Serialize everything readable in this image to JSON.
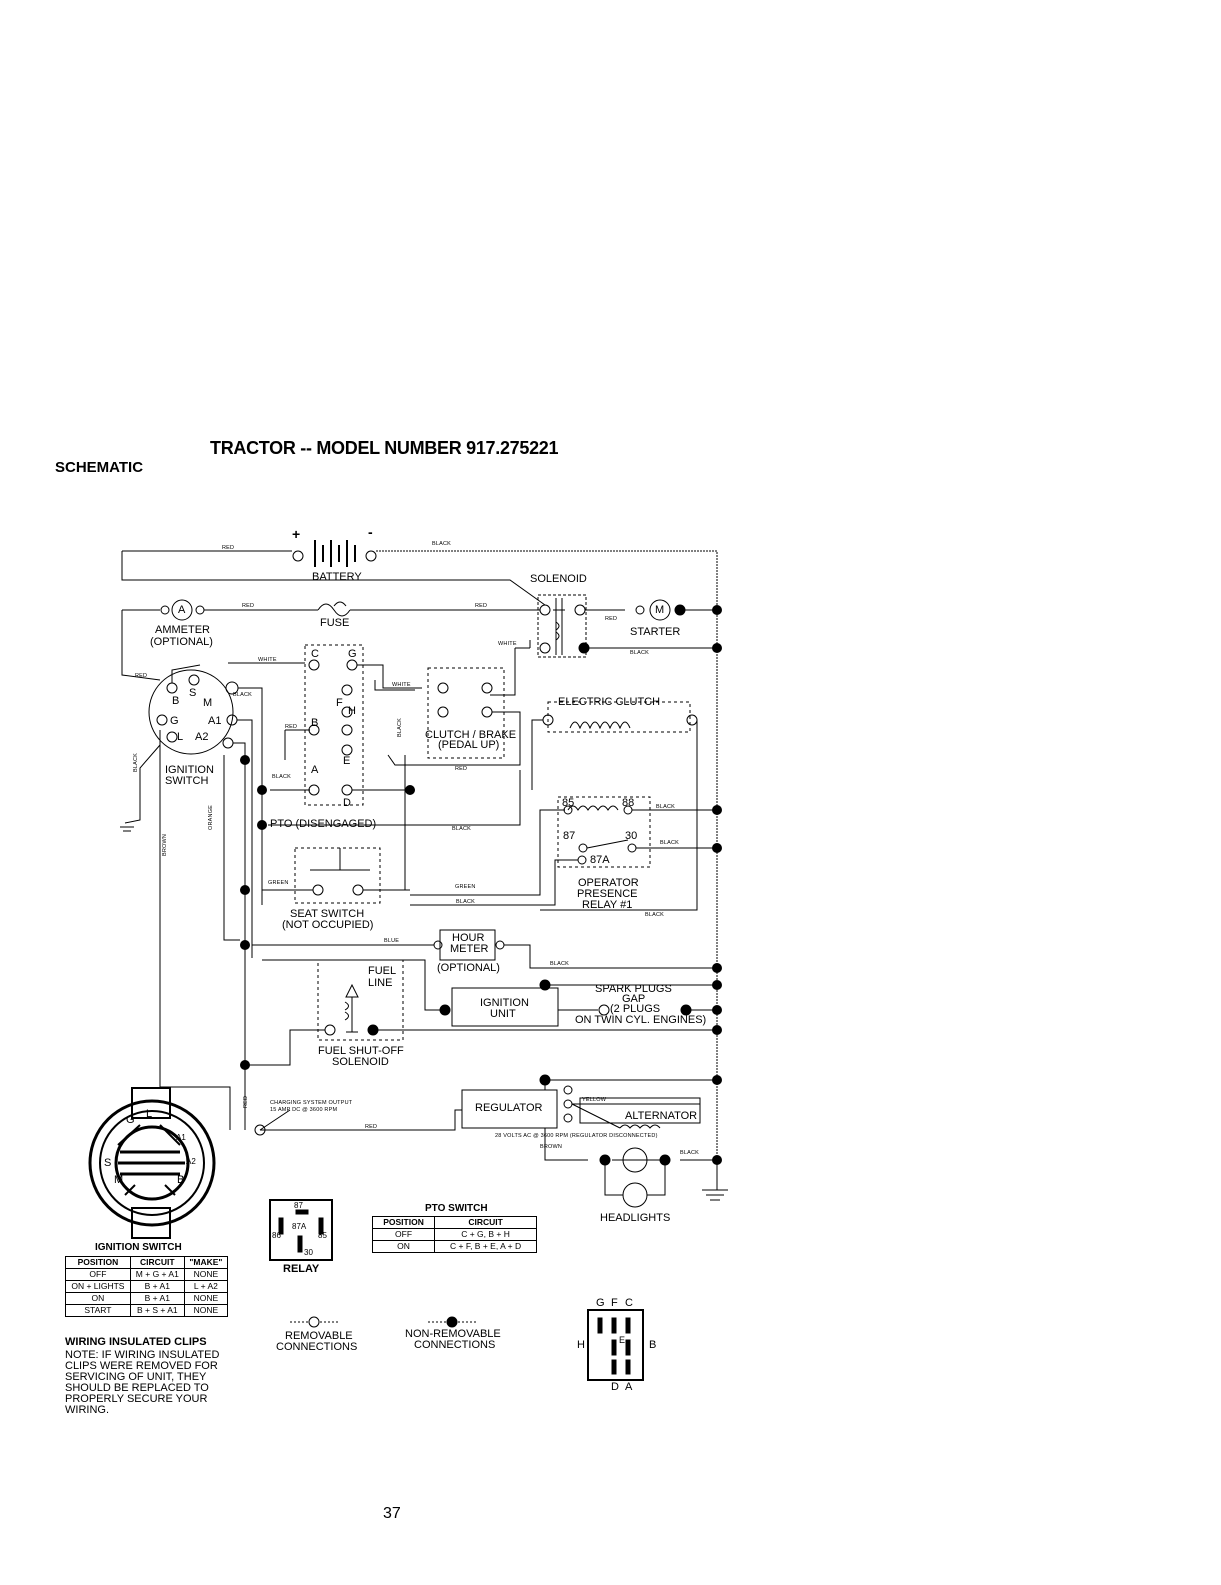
{
  "header": {
    "title": "TRACTOR -- MODEL NUMBER 917.275221",
    "section": "SCHEMATIC"
  },
  "components": {
    "battery": "BATTERY",
    "battery_plus": "+",
    "battery_minus": "-",
    "solenoid": "SOLENOID",
    "ammeter": "AMMETER",
    "ammeter_opt": "(OPTIONAL)",
    "ammeter_letter": "A",
    "fuse": "FUSE",
    "starter": "STARTER",
    "starter_letter": "M",
    "ignition_switch_1": "IGNITION",
    "ignition_switch_2": "SWITCH",
    "electric_clutch": "ELECTRIC CLUTCH",
    "clutch_brake_1": "CLUTCH / BRAKE",
    "clutch_brake_2": "(PEDAL UP)",
    "pto": "PTO (DISENGAGED)",
    "seat_switch_1": "SEAT SWITCH",
    "seat_switch_2": "(NOT OCCUPIED)",
    "hour_meter_1": "HOUR",
    "hour_meter_2": "METER",
    "hour_meter_opt": "(OPTIONAL)",
    "fuel_line_1": "FUEL",
    "fuel_line_2": "LINE",
    "fuel_solenoid_1": "FUEL SHUT-OFF",
    "fuel_solenoid_2": "SOLENOID",
    "ignition_unit_1": "IGNITION",
    "ignition_unit_2": "UNIT",
    "spark_1": "SPARK PLUGS",
    "spark_2": "GAP",
    "spark_3": "(2 PLUGS",
    "spark_4": "ON TWIN CYL. ENGINES)",
    "relay_1": "OPERATOR",
    "relay_2": "PRESENCE",
    "relay_3": "RELAY #1",
    "regulator": "REGULATOR",
    "alternator": "ALTERNATOR",
    "headlights": "HEADLIGHTS",
    "charging_1": "CHARGING SYSTEM OUTPUT",
    "charging_2": "15 AMP DC @ 3600 RPM",
    "regulator_note": "28 VOLTS AC @ 3600 RPM (REGULATOR DISCONNECTED)"
  },
  "switch_letters": {
    "c": "C",
    "g": "G",
    "f": "F",
    "h": "H",
    "b": "B",
    "e": "E",
    "a": "A",
    "d": "D"
  },
  "ign_letters": {
    "b": "B",
    "s": "S",
    "m": "M",
    "g": "G",
    "a1": "A1",
    "l": "L",
    "a2": "A2"
  },
  "relay_pins": {
    "p85": "85",
    "p88": "88",
    "p87": "87",
    "p30": "30",
    "p87a": "87A"
  },
  "wires": {
    "red": "RED",
    "black": "BLACK",
    "white": "WHITE",
    "green": "GREEN",
    "blue": "BLUE",
    "brown": "BROWN",
    "orange": "ORANGE",
    "yellow": "YELLOW"
  },
  "ignition_table": {
    "title": "IGNITION SWITCH",
    "headers": [
      "POSITION",
      "CIRCUIT",
      "\"MAKE\""
    ],
    "rows": [
      [
        "OFF",
        "M + G + A1",
        "NONE"
      ],
      [
        "ON + LIGHTS",
        "B + A1",
        "L + A2"
      ],
      [
        "ON",
        "B + A1",
        "NONE"
      ],
      [
        "START",
        "B + S + A1",
        "NONE"
      ]
    ]
  },
  "pto_table": {
    "title": "PTO SWITCH",
    "headers": [
      "POSITION",
      "CIRCUIT"
    ],
    "rows": [
      [
        "OFF",
        "C + G, B + H"
      ],
      [
        "ON",
        "C + F, B + E, A + D"
      ]
    ]
  },
  "relay_diagram": {
    "label": "RELAY",
    "p87": "87",
    "p87a": "87A",
    "p86": "86",
    "p85": "85",
    "p30": "30"
  },
  "legend": {
    "removable_1": "REMOVABLE",
    "removable_2": "CONNECTIONS",
    "nonremovable_1": "NON-REMOVABLE",
    "nonremovable_2": "CONNECTIONS"
  },
  "pto_connector": {
    "g": "G",
    "f": "F",
    "c": "C",
    "h": "H",
    "e": "E",
    "b": "B",
    "d": "D",
    "a": "A"
  },
  "ign_face": {
    "g": "G",
    "l": "L",
    "a1": "A1",
    "a2": "A2",
    "s": "S",
    "m": "M",
    "b": "B"
  },
  "note": {
    "heading": "WIRING INSULATED CLIPS",
    "text": "NOTE: IF WIRING INSULATED CLIPS WERE REMOVED FOR SERVICING OF UNIT, THEY SHOULD BE REPLACED TO PROPERLY SECURE YOUR WIRING."
  },
  "page_number": "37"
}
